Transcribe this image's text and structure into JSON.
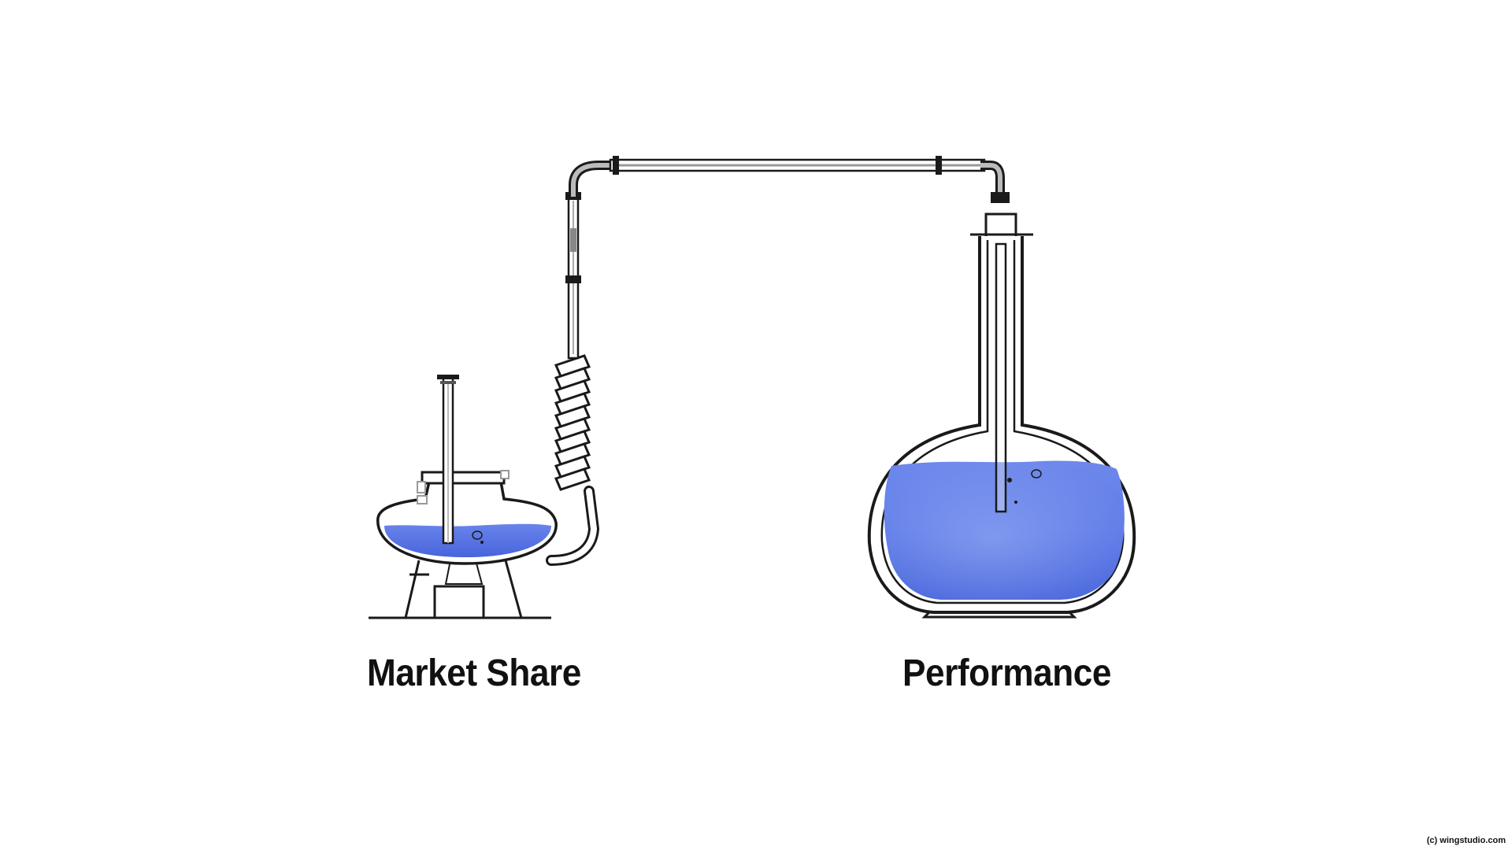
{
  "labels": {
    "left": "Market Share",
    "right": "Performance"
  },
  "credit": "(c) wingstudio.com",
  "colors": {
    "liquid": "#5b78e6",
    "liquid_light": "#8aa4f2",
    "liquid_dark": "#3f5fd8",
    "glass": "#ffffff",
    "outline": "#1a1a1a",
    "pipe_gray": "#9a9a9a",
    "background": "#ffffff"
  }
}
